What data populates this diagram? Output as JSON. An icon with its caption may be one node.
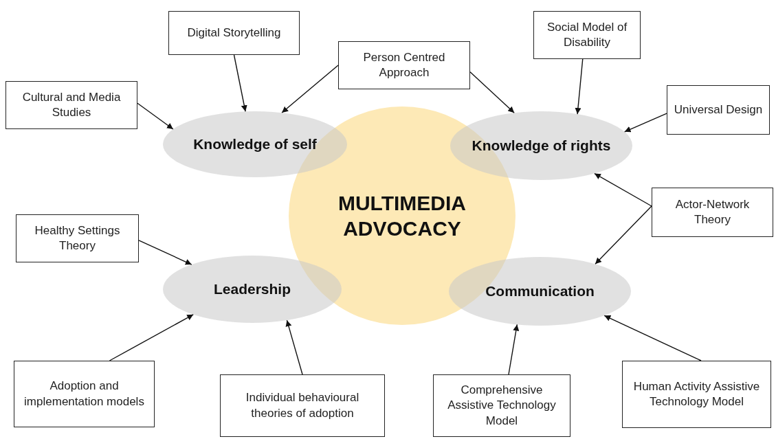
{
  "diagram": {
    "nodes": [
      {
        "text": [
          "Digital Storytelling"
        ]
      },
      {
        "text": [
          "Social Model of Disability"
        ]
      },
      {
        "text": [
          "Person Centred Approach"
        ]
      },
      {
        "text": [
          "Cultural and Media Studies"
        ]
      },
      {
        "text": [
          "Universal Design"
        ]
      },
      {
        "text": [
          "Knowledge of self"
        ]
      },
      {
        "text": [
          "Knowledge of rights"
        ]
      },
      {
        "text": [
          "MULTIMEDIA ADVOCACY"
        ]
      },
      {
        "text": [
          "Actor-Network Theory"
        ]
      },
      {
        "text": [
          "Healthy Settings Theory"
        ]
      },
      {
        "text": [
          "Leadership"
        ]
      },
      {
        "text": [
          "Communication"
        ]
      },
      {
        "text": [
          "Adoption and implementation models"
        ]
      },
      {
        "text": [
          "Individual behavioural theories of adoption"
        ]
      },
      {
        "text": [
          "Comprehensive Assistive Technology Model"
        ]
      },
      {
        "text": [
          "Human Activity Assistive Technology Model"
        ]
      }
    ],
    "edges": [
      {
        "from": 3,
        "to": 5,
        "arrow": "to"
      },
      {
        "from": 0,
        "to": 5,
        "arrow": "to"
      },
      {
        "from": 2,
        "to": 5,
        "arrow": "to"
      },
      {
        "from": 2,
        "to": 6,
        "arrow": "to"
      },
      {
        "from": 1,
        "to": 6,
        "arrow": "to"
      },
      {
        "from": 4,
        "to": 6,
        "arrow": "to"
      },
      {
        "from": 8,
        "to": 6,
        "arrow": "to"
      },
      {
        "from": 8,
        "to": 11,
        "arrow": "to"
      },
      {
        "from": 9,
        "to": 10,
        "arrow": "to"
      },
      {
        "from": 12,
        "to": 10,
        "arrow": "to"
      },
      {
        "from": 13,
        "to": 10,
        "arrow": "to"
      },
      {
        "from": 14,
        "to": 11,
        "arrow": "to"
      },
      {
        "from": 15,
        "to": 11,
        "arrow": "to"
      }
    ]
  }
}
